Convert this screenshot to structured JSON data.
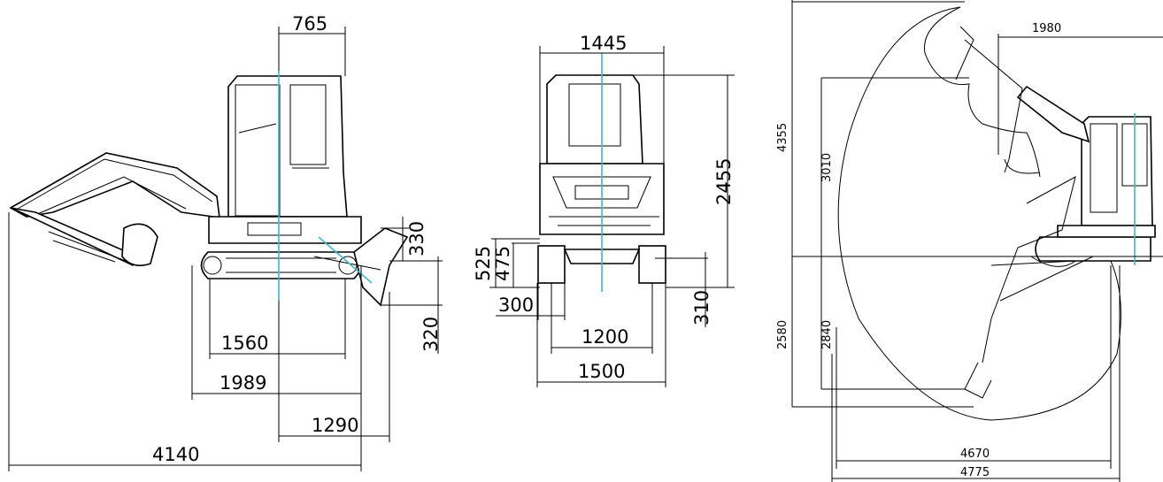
{
  "side_view": {
    "dims": {
      "cab_offset": "765",
      "track_length": "1560",
      "track_overall": "1989",
      "rear_to_center": "1290",
      "overall_length": "4140",
      "blade_lift": "330",
      "blade_drop": "320"
    }
  },
  "front_view": {
    "dims": {
      "cab_width": "1445",
      "overall_height": "2455",
      "counterweight_height": "525",
      "chassis_height": "475",
      "track_width": "300",
      "track_gauge": "1200",
      "overall_width": "1500",
      "ground_clearance": "310"
    }
  },
  "working_range": {
    "dims": {
      "tail_radius": "1980",
      "max_dig_height": "4355",
      "max_dump_height": "3010",
      "max_dig_depth": "2580",
      "max_vertical_wall_depth": "2840",
      "max_dig_reach_ground": "4670",
      "max_dig_reach": "4775"
    }
  }
}
